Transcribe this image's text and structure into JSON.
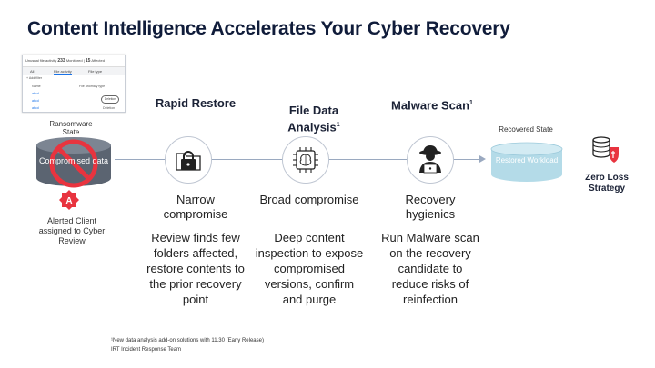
{
  "title": "Content Intelligence Accelerates Your Cyber Recovery",
  "mini_screenshot": {
    "header_label": "Unusual file activity",
    "monitored_count": "233",
    "monitored_label": "Monitored",
    "affected_count": "15",
    "affected_label": "Affected",
    "tabs": [
      "All",
      "File activity",
      "File type"
    ],
    "add_filter": "+ Add filter",
    "col_name": "Name",
    "col_anomaly": "File anomaly type",
    "rows": [
      "abcd",
      "abcd",
      "abcd"
    ],
    "row_values": [
      "Deletion",
      "Deletion"
    ]
  },
  "left": {
    "state_label": "Ransomware State",
    "cylinder_text": "Compromised data",
    "alert_text": "Alerted Client assigned to Cyber Review"
  },
  "stages": [
    {
      "title": "Rapid Restore",
      "subtitle": "Narrow compromise",
      "description": "Review finds few folders affected, restore contents to the prior recovery point"
    },
    {
      "title": "File Data Analysis",
      "sup": "1",
      "subtitle": "Broad compromise",
      "description": "Deep content inspection to expose compromised versions, confirm and purge"
    },
    {
      "title": "Malware Scan",
      "sup": "1",
      "subtitle": "Recovery hygienics",
      "description": "Run Malware scan on the recovery candidate to reduce risks of reinfection"
    }
  ],
  "right": {
    "state_label": "Recovered State",
    "cylinder_text": "Restored Workload",
    "zero_loss": "Zero Loss Strategy"
  },
  "footnotes": [
    "¹New data analysis add-on solutions with 11.30 (Early Release)",
    "IRT Incident Response Team"
  ],
  "colors": {
    "title": "#101c3a",
    "line": "#9aa9c0",
    "alert": "#e8343f",
    "cylinder_left": "#5b6471",
    "cylinder_right": "#b4dbe8"
  }
}
